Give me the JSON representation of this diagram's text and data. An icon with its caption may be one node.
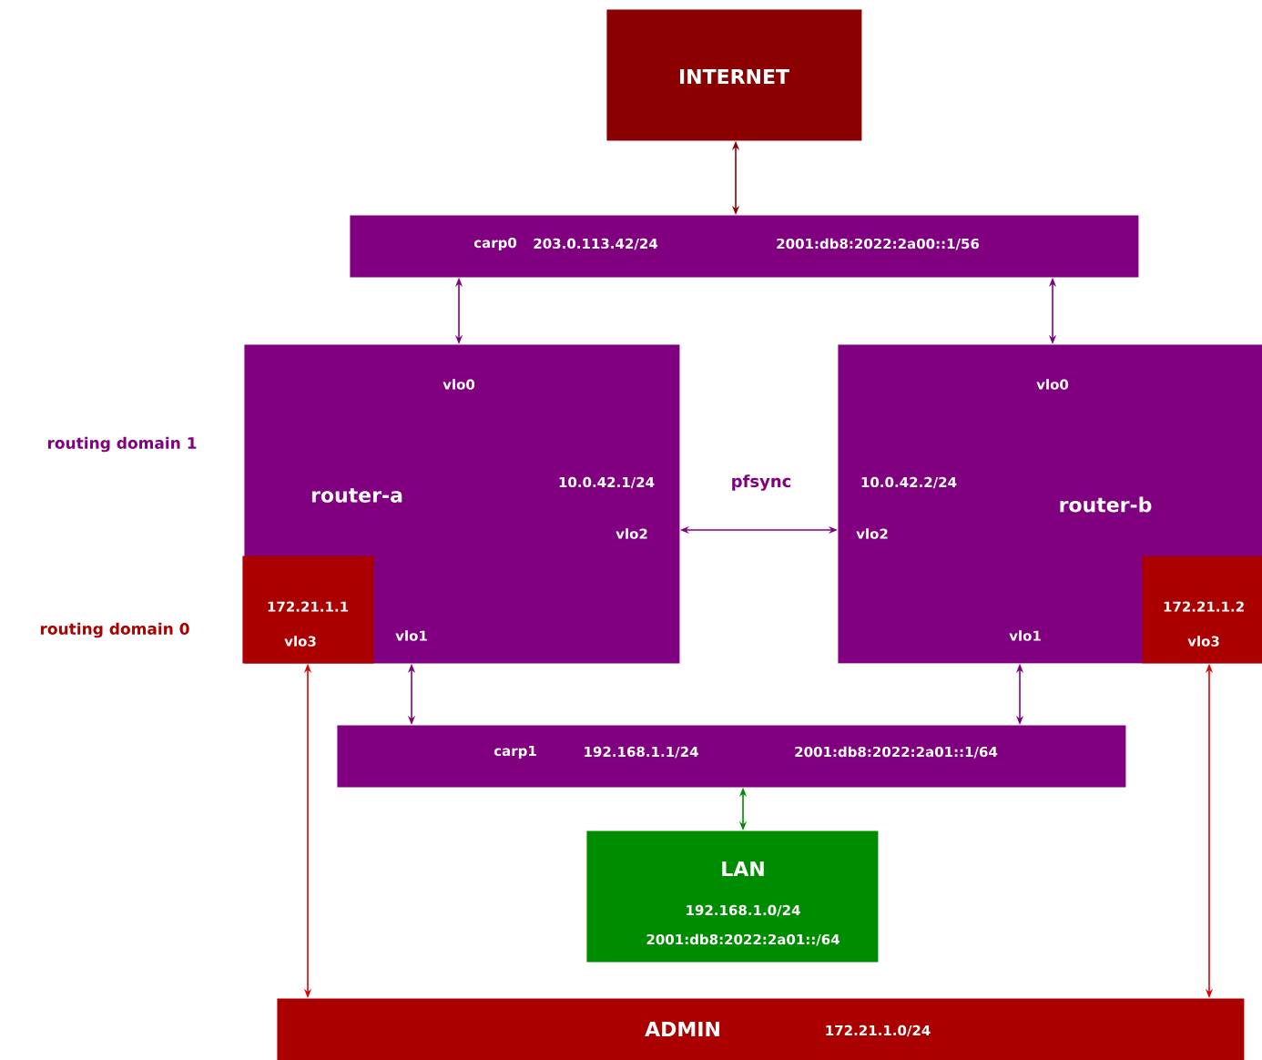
{
  "diagram": {
    "nodes": [
      {
        "text": [
          "INTERNET"
        ]
      },
      {
        "text": [
          "carp0",
          "203.0.113.42/24",
          "2001:db8:2022:2a00::1/56"
        ]
      },
      {
        "text": [
          "vlo0",
          "router-a",
          "10.0.42.1/24",
          "vlo2",
          "vlo1"
        ]
      },
      {
        "text": [
          "172.21.1.1",
          "vlo3"
        ],
        "in": 2
      },
      {
        "text": [
          "vlo0",
          "10.0.42.2/24",
          "router-b",
          "vlo2",
          "vlo1"
        ]
      },
      {
        "text": [
          "172.21.1.2",
          "vlo3"
        ],
        "in": 4
      },
      {
        "text": [
          "carp1",
          "192.168.1.1/24",
          "2001:db8:2022:2a01::1/64"
        ]
      },
      {
        "text": [
          "LAN",
          "192.168.1.0/24",
          "2001:db8:2022:2a01::/64"
        ]
      },
      {
        "text": [
          "ADMIN",
          "172.21.1.0/24"
        ]
      }
    ],
    "edges": [
      {
        "from": 0,
        "to": 1,
        "arrow": "both",
        "color": "#8b0000"
      },
      {
        "from": 1,
        "to": 2,
        "arrow": "both"
      },
      {
        "from": 1,
        "to": 4,
        "arrow": "both"
      },
      {
        "from": 2,
        "to": 4,
        "arrow": "both",
        "label": "pfsync"
      },
      {
        "from": 2,
        "to": 6,
        "arrow": "both"
      },
      {
        "from": 4,
        "to": 6,
        "arrow": "both"
      },
      {
        "from": 6,
        "to": 7,
        "arrow": "both",
        "color": "#008800"
      },
      {
        "from": 3,
        "to": 8,
        "arrow": "both",
        "color": "#dd0000"
      },
      {
        "from": 5,
        "to": 8,
        "arrow": "both",
        "color": "#dd0000"
      }
    ],
    "labels": [
      "routing domain 1",
      "routing domain 0"
    ]
  }
}
